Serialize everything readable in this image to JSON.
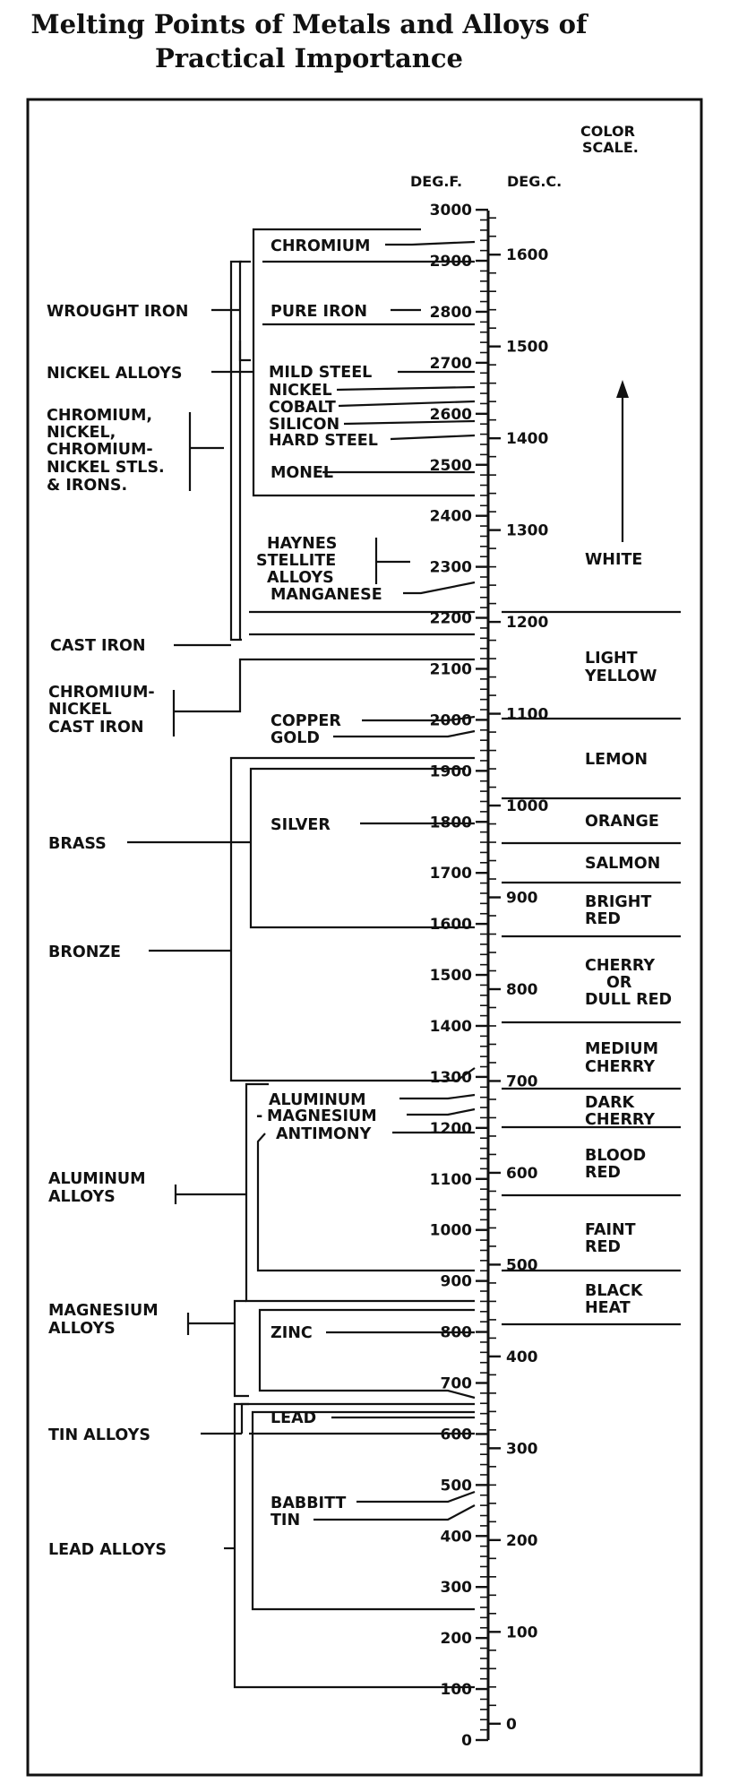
{
  "title": {
    "line1": "Melting Points of Metals and Alloys of",
    "line2": "Practical Importance"
  },
  "scale": {
    "header_f": "DEG.F.",
    "header_c": "DEG.C.",
    "fahrenheit_ticks": [
      "3000",
      "2900",
      "2800",
      "2700",
      "2600",
      "2500",
      "2400",
      "2300",
      "2200",
      "2100",
      "2000",
      "1900",
      "1800",
      "1700",
      "1600",
      "1500",
      "1400",
      "1300",
      "1200",
      "1100",
      "1000",
      "900",
      "800",
      "700",
      "600",
      "500",
      "400",
      "300",
      "200",
      "100",
      "0"
    ],
    "celsius_ticks": [
      "1600",
      "1500",
      "1400",
      "1300",
      "1200",
      "1100",
      "1000",
      "900",
      "800",
      "700",
      "600",
      "500",
      "400",
      "300",
      "200",
      "100",
      "0"
    ]
  },
  "color_scale": {
    "header_line1": "COLOR",
    "header_line2": "SCALE.",
    "bands": [
      {
        "label": "WHITE"
      },
      {
        "label": "LIGHT YELLOW"
      },
      {
        "label": "LEMON"
      },
      {
        "label": "ORANGE"
      },
      {
        "label": "SALMON"
      },
      {
        "label": "BRIGHT RED"
      },
      {
        "label": "CHERRY OR DULL RED"
      },
      {
        "label": "MEDIUM CHERRY"
      },
      {
        "label": "DARK CHERRY"
      },
      {
        "label": "BLOOD RED"
      },
      {
        "label": "FAINT RED"
      },
      {
        "label": "BLACK HEAT"
      }
    ]
  },
  "metals": [
    {
      "label": "CHROMIUM",
      "melting_f": 2939
    },
    {
      "label": "PURE IRON",
      "melting_f": 2795
    },
    {
      "label": "MILD STEEL",
      "melting_f": 2700
    },
    {
      "label": "NICKEL",
      "melting_f": 2646
    },
    {
      "label": "COBALT",
      "melting_f": 2696
    },
    {
      "label": "SILICON",
      "melting_f": 2588
    },
    {
      "label": "HARD STEEL",
      "melting_f": 2600
    },
    {
      "label": "MONEL",
      "melting_f": 2500
    },
    {
      "label": "HAYNES STELLITE ALLOYS",
      "melting_f": 2300
    },
    {
      "label": "MANGANESE",
      "melting_f": 2246
    },
    {
      "label": "COPPER",
      "melting_f": 1981
    },
    {
      "label": "GOLD",
      "melting_f": 1945
    },
    {
      "label": "SILVER",
      "melting_f": 1761
    },
    {
      "label": "ALUMINUM",
      "melting_f": 1220
    },
    {
      "label": "MAGNESIUM",
      "melting_f": 1204
    },
    {
      "label": "ANTIMONY",
      "melting_f": 1166
    },
    {
      "label": "ZINC",
      "melting_f": 787
    },
    {
      "label": "LEAD",
      "melting_f": 621
    },
    {
      "label": "BABBITT",
      "melting_f": 480
    },
    {
      "label": "TIN",
      "melting_f": 450
    }
  ],
  "groups": {
    "wrought_iron": "WROUGHT IRON",
    "nickel_alloys": "NICKEL ALLOYS",
    "chromium_steels_line1": "CHROMIUM,",
    "chromium_steels_line2": "NICKEL,",
    "chromium_steels_line3": "CHROMIUM-",
    "chromium_steels_line4": "NICKEL STLS.",
    "chromium_steels_line5": "& IRONS.",
    "cast_iron": "CAST IRON",
    "cr_ni_cast_line1": "CHROMIUM-",
    "cr_ni_cast_line2": "NICKEL",
    "cr_ni_cast_line3": "CAST IRON",
    "brass": "BRASS",
    "bronze": "BRONZE",
    "aluminum_alloys_line1": "ALUMINUM",
    "aluminum_alloys_line2": "ALLOYS",
    "magnesium_alloys_line1": "MAGNESIUM",
    "magnesium_alloys_line2": "ALLOYS",
    "tin_alloys": "TIN ALLOYS",
    "lead_alloys": "LEAD ALLOYS"
  },
  "colors": {
    "ink": "#111111",
    "paper": "#ffffff"
  }
}
